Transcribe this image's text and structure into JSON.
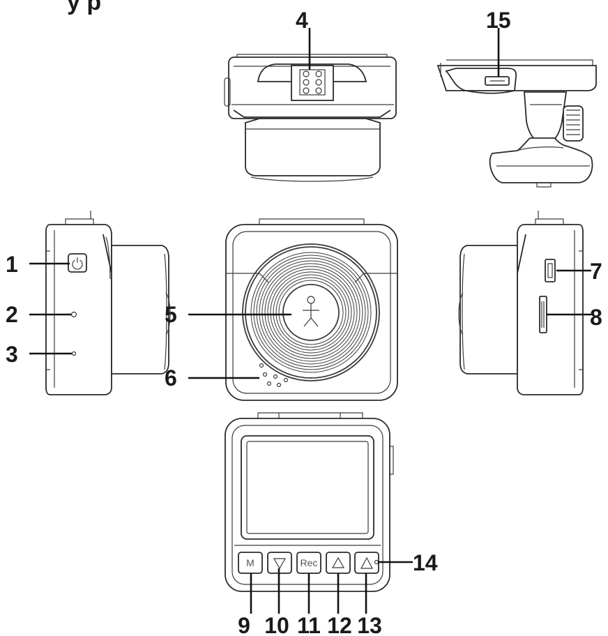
{
  "header": {
    "text": "y p"
  },
  "callouts": {
    "n1": "1",
    "n2": "2",
    "n3": "3",
    "n4": "4",
    "n5": "5",
    "n6": "6",
    "n7": "7",
    "n8": "8",
    "n9": "9",
    "n10": "10",
    "n11": "11",
    "n12": "12",
    "n13": "13",
    "n14": "14",
    "n15": "15"
  },
  "buttons": {
    "m": "M",
    "rec": "Rec"
  },
  "icons": [
    "power-icon",
    "camera-lens",
    "usb-port",
    "sd-card-slot",
    "mount-connector",
    "speaker-holes"
  ]
}
